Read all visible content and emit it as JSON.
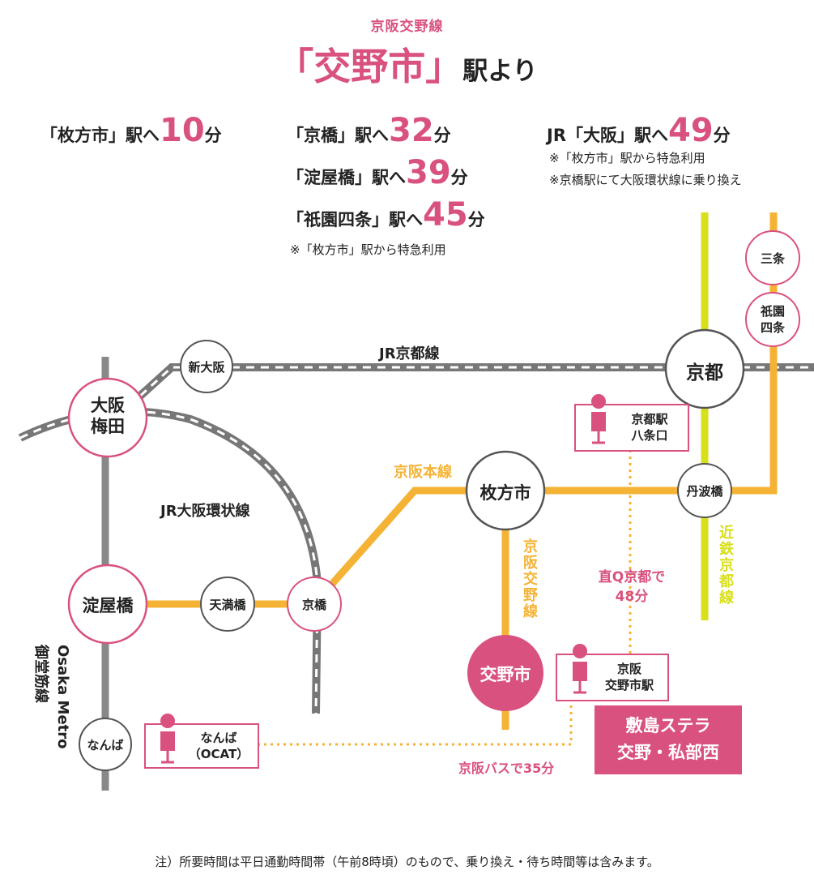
{
  "header": {
    "line_name": "京阪交野線",
    "station_quoted": "「交野市」",
    "suffix": "駅より"
  },
  "routes": [
    {
      "station": "「枚方市」駅へ",
      "minutes": "10",
      "unit": "分"
    },
    {
      "station": "「京橋」駅へ",
      "minutes": "32",
      "unit": "分"
    },
    {
      "station": "「淀屋橋」駅へ",
      "minutes": "39",
      "unit": "分"
    },
    {
      "station": "「祇園四条」駅へ",
      "minutes": "45",
      "unit": "分"
    },
    {
      "station": "JR「大阪」駅へ",
      "minutes": "49",
      "unit": "分"
    }
  ],
  "notes": {
    "kyoto_routes": "※「枚方市」駅から特急利用",
    "osaka_1": "※「枚方市」駅から特急利用",
    "osaka_2": "※京橋駅にて大阪環状線に乗り換え"
  },
  "lines": {
    "jr_kyoto": "JR京都線",
    "jr_loop": "JR大阪環状線",
    "keihan_main": "京阪本線",
    "keihan_katano": [
      "京",
      "阪",
      "交",
      "野",
      "線"
    ],
    "kintetsu": [
      "近",
      "鉄",
      "京",
      "都",
      "線"
    ],
    "metro_1": "Osaka Metro",
    "metro_2": "御堂筋線"
  },
  "stations": {
    "shin_osaka": "新大阪",
    "osaka_umeda": [
      "大阪",
      "梅田"
    ],
    "yodoyabashi": "淀屋橋",
    "tenmabashi": "天満橋",
    "kyobashi": "京橋",
    "namba": "なんば",
    "hirakatashi": "枚方市",
    "katanoshi": "交野市",
    "tambabashi": "丹波橋",
    "kyoto": "京都",
    "sanjo": "三条",
    "gion_shijo": [
      "祇園",
      "四条"
    ]
  },
  "bus_stops": {
    "kyoto_hachijo": [
      "京都駅",
      "八条口"
    ],
    "keihan_katano": [
      "京阪",
      "交野市駅"
    ],
    "namba_ocat": [
      "なんば",
      "（OCAT）"
    ]
  },
  "bus_routes": {
    "chokuq": [
      "直Q京都で",
      "48分"
    ],
    "keihan_bus": "京阪バスで35分"
  },
  "destination": [
    "敷島ステラ",
    "交野・私部西"
  ],
  "footer": "注）所要時間は平日通勤時間帯（午前8時頃）のもので、乗り換え・待ち時間等は含みます。",
  "colors": {
    "accent": "#d9517f",
    "keihan": "#f5b335",
    "kintetsu": "#d8e01a",
    "jr": "#777777",
    "metro": "#888888",
    "text": "#222222"
  },
  "icons": {
    "bus_stop": "bus-stop-icon"
  }
}
